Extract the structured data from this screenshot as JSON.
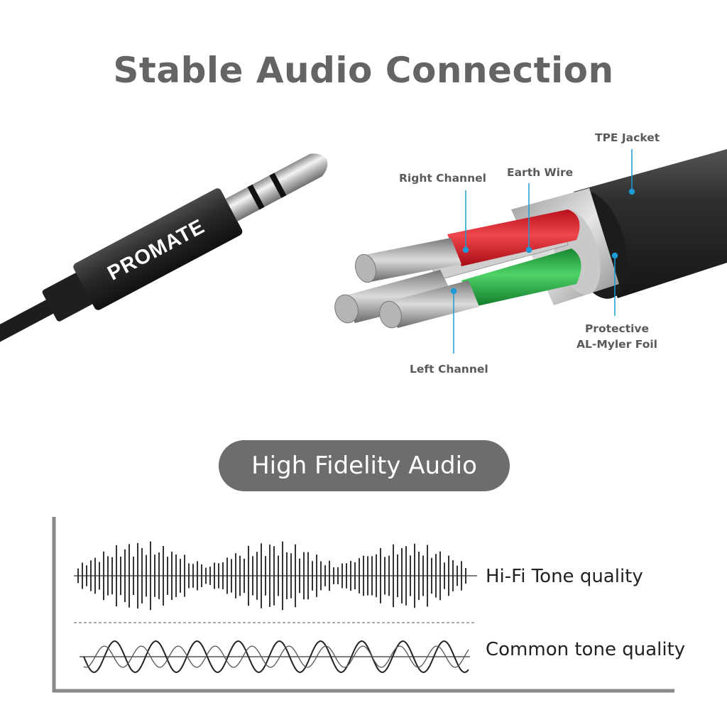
{
  "title": "Stable Audio Connection",
  "brand": "PROMATE",
  "callouts": {
    "tpe_jacket": "TPE Jacket",
    "earth_wire": "Earth Wire",
    "right_channel": "Right Channel",
    "protective_1": "Protective",
    "protective_2": "AL-Myler Foil",
    "left_channel": "Left Channel"
  },
  "section_title": "High Fidelity Audio",
  "comparison": {
    "hifi_label": "Hi-Fi Tone quality",
    "common_label": "Common tone quality"
  },
  "colors": {
    "title": "#646464",
    "callout_line": "#1e9ad6",
    "right_channel": "#e0242e",
    "left_channel": "#2db34a",
    "pill": "#6d6d6d",
    "jacket": "#2b2b2b"
  }
}
